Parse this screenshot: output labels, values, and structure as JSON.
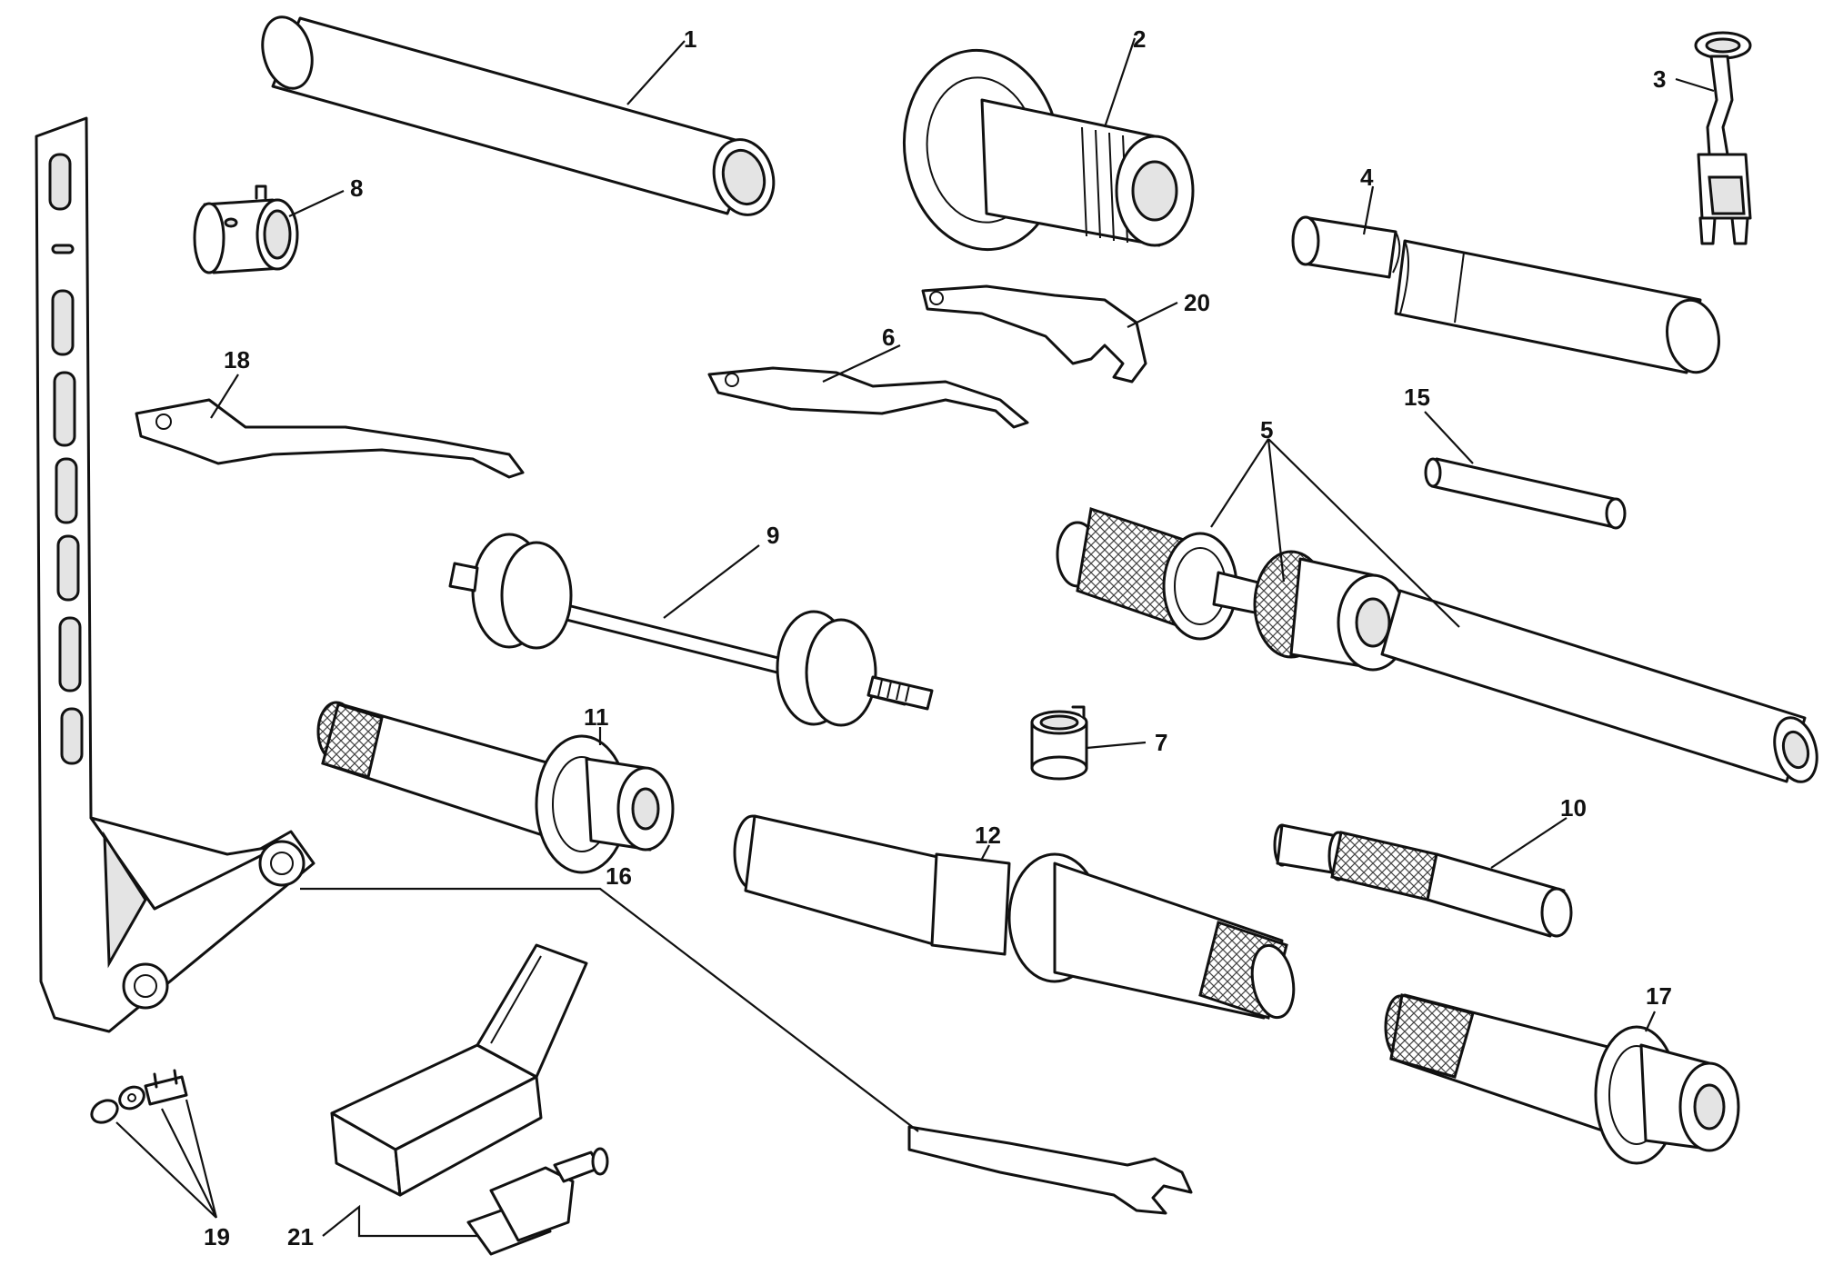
{
  "callouts": {
    "c1": "1",
    "c2": "2",
    "c3": "3",
    "c4": "4",
    "c5": "5",
    "c6": "6",
    "c7": "7",
    "c8": "8",
    "c9": "9",
    "c10": "10",
    "c11": "11",
    "c12": "12",
    "c15": "15",
    "c16": "16",
    "c17": "17",
    "c18": "18",
    "c19": "19",
    "c20": "20",
    "c21": "21"
  }
}
